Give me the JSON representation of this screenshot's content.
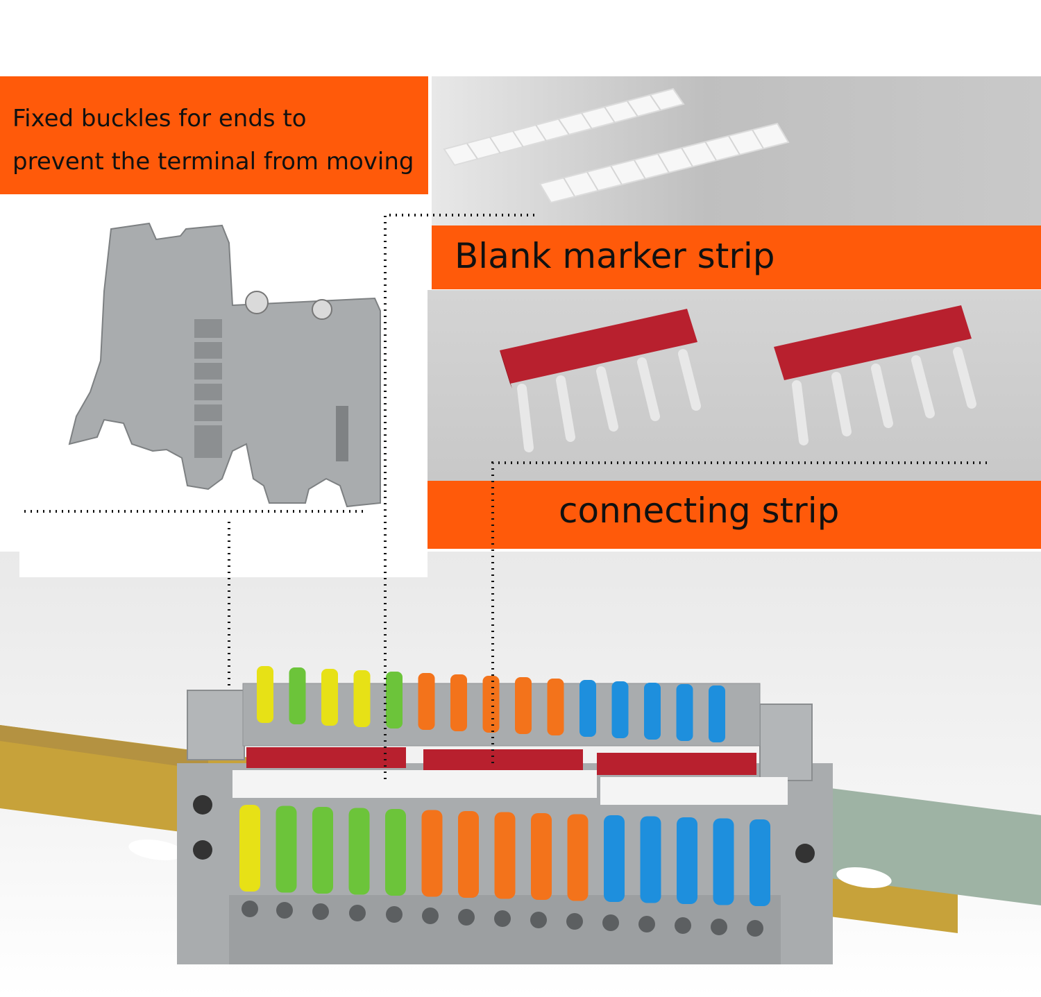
{
  "labels": {
    "end_stop": "Fixed buckles for ends to prevent the terminal from moving",
    "end_stop_line1": "Fixed buckles for ends to",
    "end_stop_line2": "prevent the terminal from moving",
    "marker_strip": "Blank marker strip",
    "connecting_strip": "connecting strip"
  },
  "colors": {
    "banner_orange": "#ff5a0a",
    "terminal_gray": "#a9acae",
    "jumper_red": "#b8202e",
    "marker_white": "#f4f4f4",
    "lever_yellow": "#e7e116",
    "lever_green": "#6cc43a",
    "lever_orange": "#f3731b",
    "lever_blue": "#1e8fdd",
    "rail_gold": "#c7a23a"
  },
  "terminal_block": {
    "levers": [
      "yellow",
      "green",
      "green",
      "green",
      "green",
      "orange",
      "orange",
      "orange",
      "orange",
      "orange",
      "blue",
      "blue",
      "blue",
      "blue",
      "blue"
    ]
  }
}
